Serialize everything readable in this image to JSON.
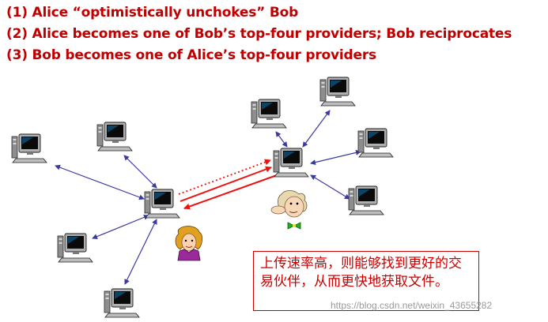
{
  "heading": {
    "line1": "(1) Alice “optimistically unchokes” Bob",
    "line2": "(2) Alice becomes one of Bob’s top-four providers; Bob reciprocates",
    "line3": "(3) Bob becomes one of Alice’s top-four providers"
  },
  "note": {
    "text": "上传速率高，则能够找到更好的交易伙伴，从而更快地获取文件。"
  },
  "watermark": {
    "text": "https://blog.csdn.net/weixin_43655282"
  },
  "colors": {
    "heading": "#c00000",
    "connector": "#3a3aa0",
    "exchange": "#ee1111",
    "note_border": "#cc0000"
  },
  "icons": {
    "peer": "desktop-computer-icon",
    "alice": "alice-cartoon-icon",
    "bob": "bob-cartoon-icon"
  }
}
